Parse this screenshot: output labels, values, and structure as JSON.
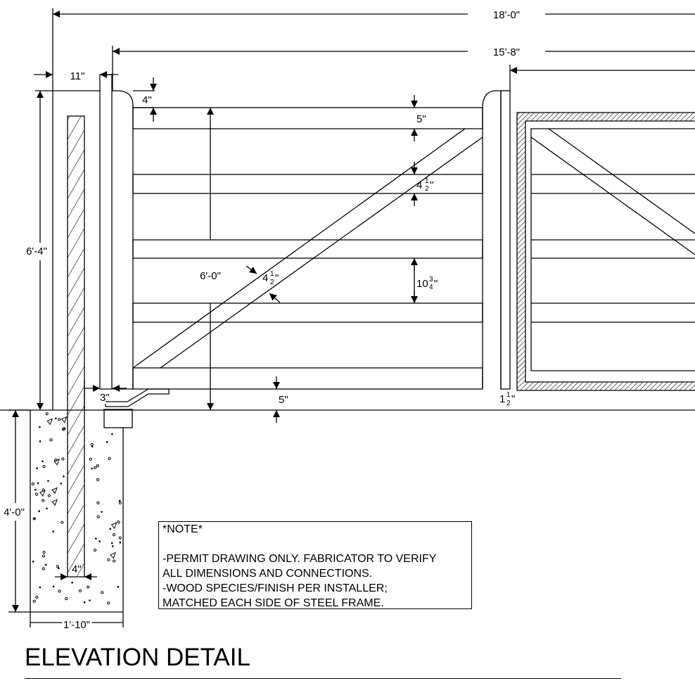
{
  "dimensions": {
    "overall_width": "18'-0\"",
    "gate_width": "15'-8\"",
    "post_width": "11\"",
    "post_top_offset": "4\"",
    "post_height": "6'-4\"",
    "gate_height": "6'-0\"",
    "top_rail": "5\"",
    "rail_a": {
      "whole": "4",
      "num": "1",
      "den": "2"
    },
    "rail_spacing": {
      "whole": "10",
      "num": "3",
      "den": "4"
    },
    "diagonal": {
      "whole": "4",
      "num": "1",
      "den": "2"
    },
    "ground_clearance": "5\"",
    "hinge_gap": "3\"",
    "gate_gap": {
      "whole": "1",
      "num": "1",
      "den": "2"
    },
    "footing_depth": "4'-0\"",
    "footing_width": "1'-10\"",
    "embed": "4\""
  },
  "note": {
    "heading": "*NOTE*",
    "lines": [
      "-PERMIT DRAWING ONLY. FABRICATOR TO VERIFY",
      "ALL DIMENSIONS AND CONNECTIONS.",
      "-WOOD SPECIES/FINISH PER INSTALLER;",
      "MATCHED EACH SIDE OF STEEL FRAME."
    ]
  },
  "title": "ELEVATION DETAIL"
}
